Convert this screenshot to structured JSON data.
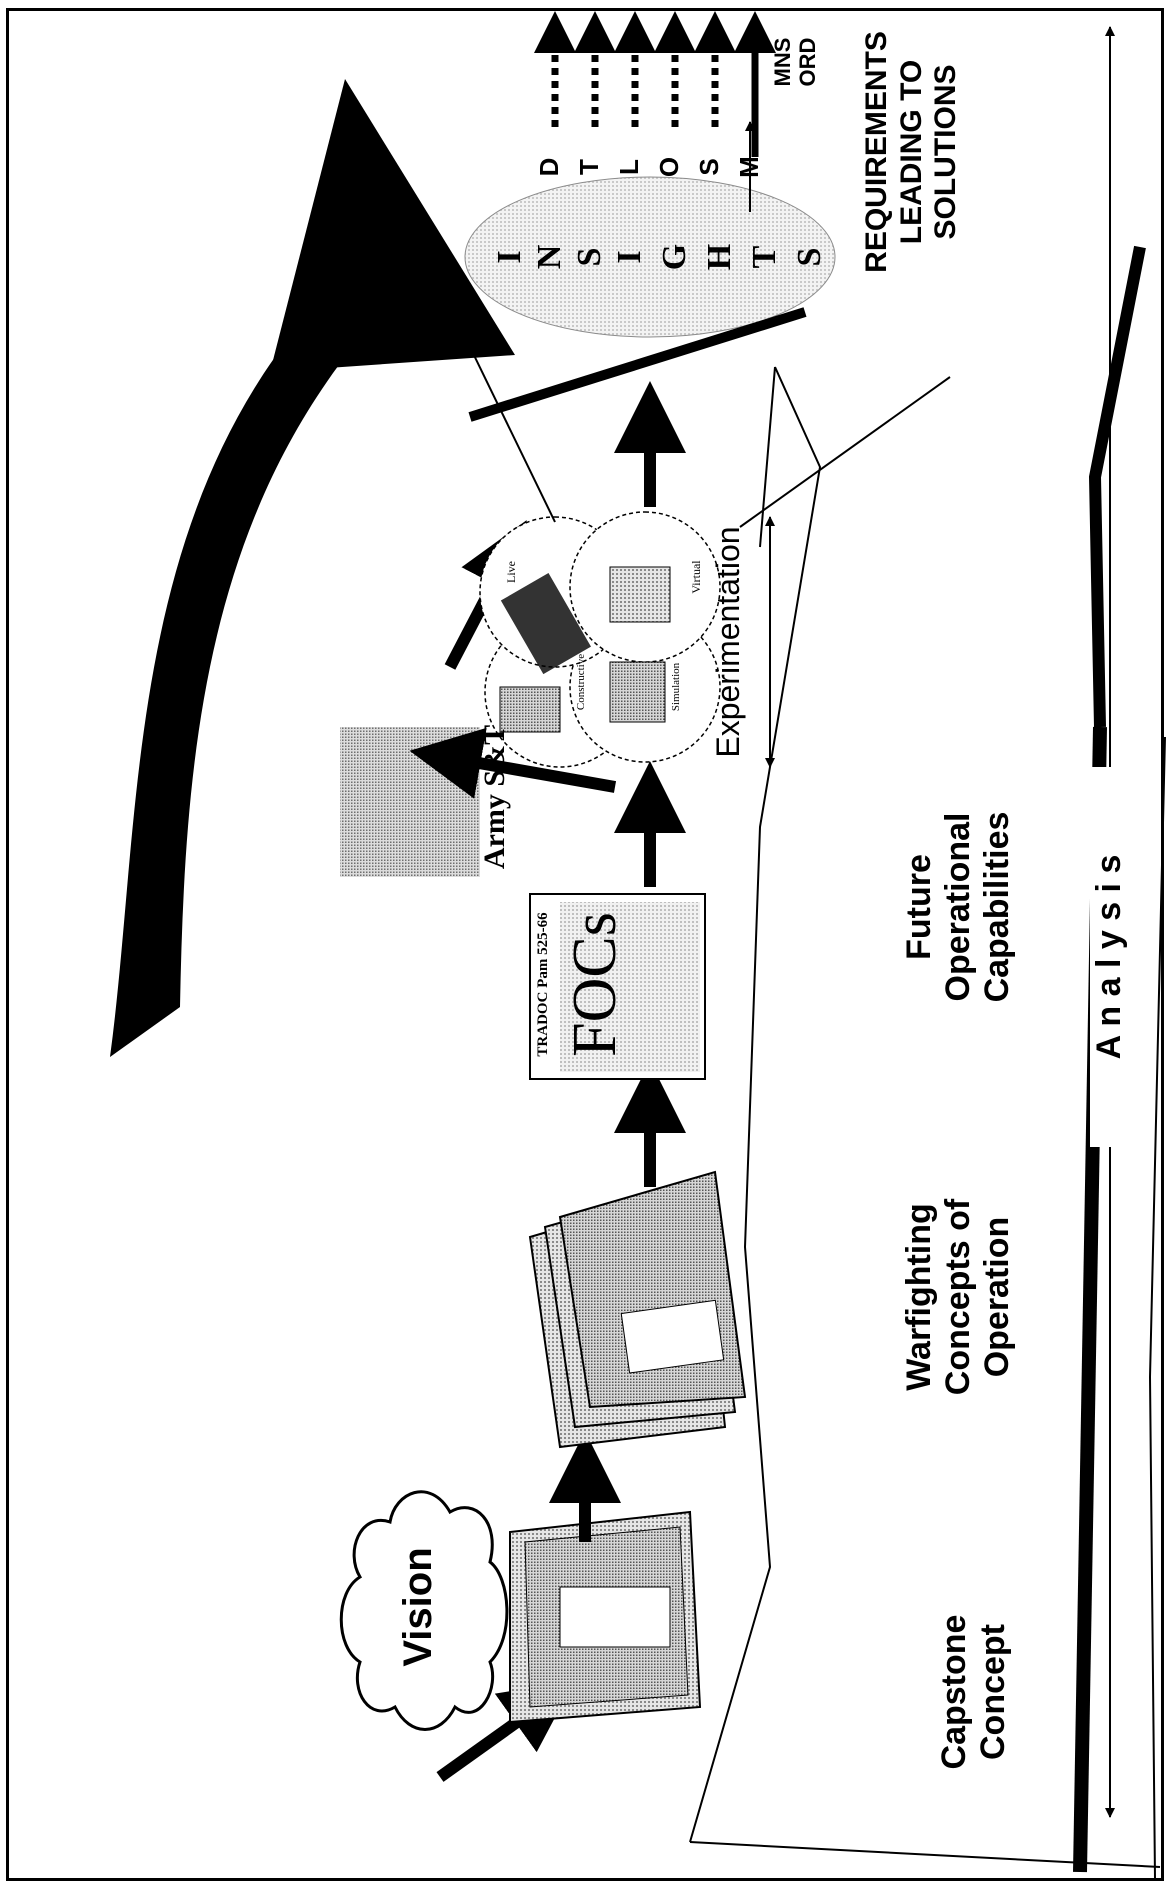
{
  "vision": {
    "label": "Vision"
  },
  "stages": {
    "capstone": {
      "line1": "Capstone",
      "line2": "Concept"
    },
    "warfighting": {
      "line1": "Warfighting",
      "line2": "Concepts of",
      "line3": "Operation"
    },
    "foc": {
      "line1": "Future",
      "line2": "Operational",
      "line3": "Capabilities",
      "doc_header": "TRADOC Pam 525-66",
      "doc_title": "FOCs"
    }
  },
  "analysis": {
    "label": "A n a l y s i s"
  },
  "army_st": {
    "label": "Army S&T"
  },
  "experimentation": {
    "label": "Experimentation",
    "circles": [
      {
        "label": "Live"
      },
      {
        "label": "Virtual"
      },
      {
        "label": "Constructive"
      },
      {
        "label": "Simulation"
      }
    ]
  },
  "insights": {
    "letters": [
      "I",
      "N",
      "S",
      "I",
      "G",
      "H",
      "T",
      "S"
    ]
  },
  "dtlomsm": {
    "letters": [
      "D",
      "T",
      "L",
      "O",
      "S",
      "M"
    ],
    "targets": {
      "line1": "MNS",
      "line2": "ORD"
    }
  },
  "requirements": {
    "line1": "REQUIREMENTS",
    "line2": "LEADING TO",
    "line3": "SOLUTIONS"
  }
}
